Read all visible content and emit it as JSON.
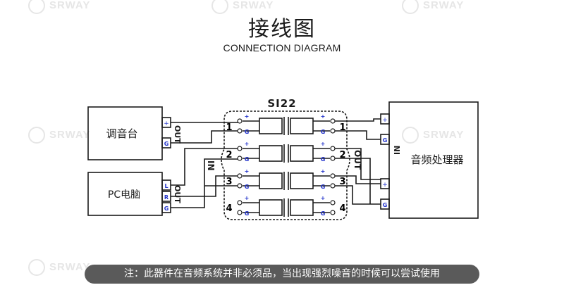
{
  "header": {
    "title": "接线图",
    "subtitle": "CONNECTION DIAGRAM"
  },
  "watermark": {
    "brand": "SRWAY"
  },
  "devices": {
    "mixer": {
      "label": "调音台",
      "port_label": "OUT",
      "pins": [
        "+",
        "G"
      ]
    },
    "pc": {
      "label": "PC电脑",
      "port_label": "OUT",
      "pins": [
        "L",
        "R",
        "G"
      ]
    },
    "processor": {
      "label": "音频处理器",
      "port_label": "IN",
      "pins": [
        "+",
        "G",
        "+",
        "G"
      ]
    }
  },
  "isolator": {
    "model": "SI22",
    "in_label": "IN",
    "out_label": "OUT",
    "channels": [
      "1",
      "2",
      "3",
      "4"
    ],
    "pin_plus": "+",
    "pin_ground": "G"
  },
  "note": "注：此器件在音频系统并非必须品，当出现强烈噪音的时候可以尝试使用",
  "colors": {
    "line": "#1a1a1a",
    "pin_plus": "#2233cc",
    "pin_label": "#1a1a1a",
    "note_bg": "#5a5a5a",
    "watermark": "#e6e6e6"
  }
}
